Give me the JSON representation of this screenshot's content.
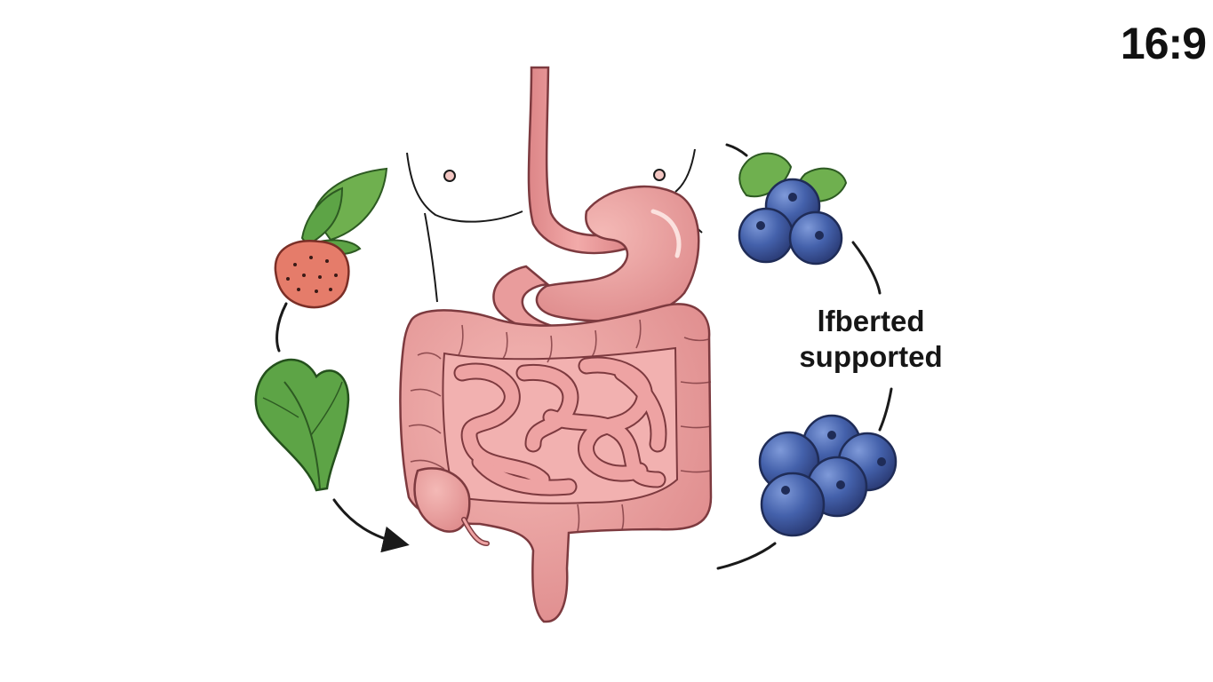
{
  "corner_label": "16:9",
  "caption": {
    "line1": "lfberted",
    "line2": "supported"
  },
  "icons": [
    "esophagus-icon",
    "stomach-icon",
    "large-intestine-icon",
    "small-intestine-icon",
    "appendix-icon",
    "torso-outline-icon",
    "strawberry-icon",
    "spinach-leaf-icon",
    "blueberry-cluster-icon",
    "cycle-arrow-icon"
  ],
  "colors": {
    "organ_fill": "#e79a9a",
    "organ_stroke": "#7d3a3f",
    "leaf_green": "#5da446",
    "berry_blue": "#3f5fa8",
    "strawberry_red": "#e57c6a",
    "outline": "#1a1a1a"
  }
}
